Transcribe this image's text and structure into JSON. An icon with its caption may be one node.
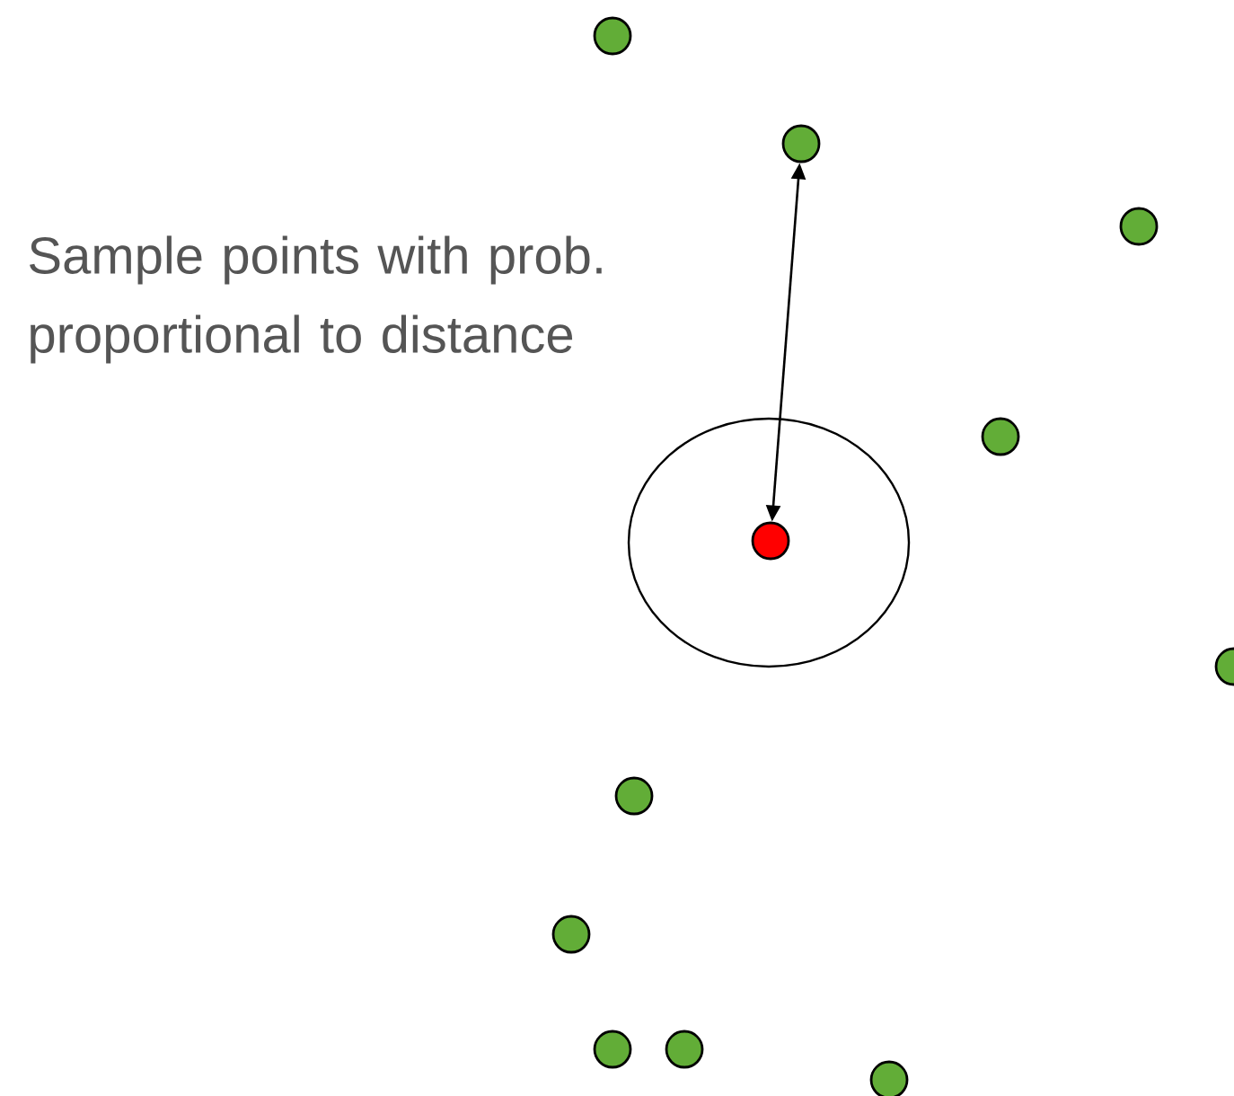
{
  "diagram": {
    "nodes": [
      {
        "text": [],
        "shape": "circle"
      },
      {
        "text": [],
        "shape": "circle"
      },
      {
        "text": [],
        "shape": "circle"
      },
      {
        "text": [],
        "shape": "circle"
      },
      {
        "text": [],
        "shape": "circle"
      },
      {
        "text": [],
        "shape": "circle",
        "in": 4
      },
      {
        "text": [],
        "shape": "circle"
      },
      {
        "text": [],
        "shape": "circle"
      },
      {
        "text": [],
        "shape": "circle"
      },
      {
        "text": [],
        "shape": "circle"
      },
      {
        "text": [],
        "shape": "circle"
      },
      {
        "text": [],
        "shape": "circle"
      }
    ],
    "edges": [
      {
        "from": 1,
        "to": 5,
        "arrow": "both"
      }
    ],
    "labels": [
      "Sample points with prob. proportional to distance"
    ]
  }
}
